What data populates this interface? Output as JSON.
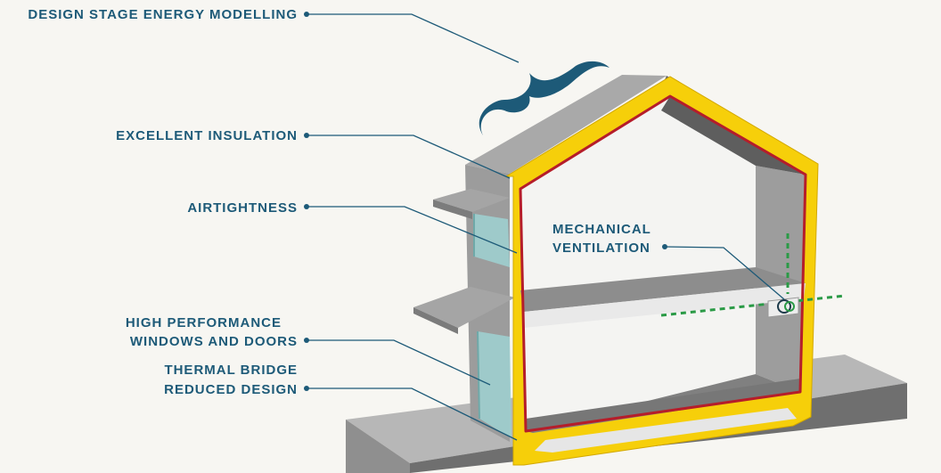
{
  "labels": {
    "design_stage": "DESIGN STAGE ENERGY MODELLING",
    "insulation": "EXCELLENT INSULATION",
    "airtightness": "AIRTIGHTNESS",
    "mech_line1": "MECHANICAL",
    "mech_line2": "VENTILATION",
    "windows_line1": "HIGH PERFORMANCE",
    "windows_line2": "WINDOWS AND DOORS",
    "thermal_line1": "THERMAL BRIDGE",
    "thermal_line2": "REDUCED DESIGN"
  },
  "colors": {
    "label_text": "#1d5a78",
    "insulation": "#f6cf0a",
    "airtight_membrane": "#b51d2a",
    "glass": "#9fcfcf",
    "ventilation": "#2a9a46",
    "wall_grey": "#8e8e8e"
  }
}
